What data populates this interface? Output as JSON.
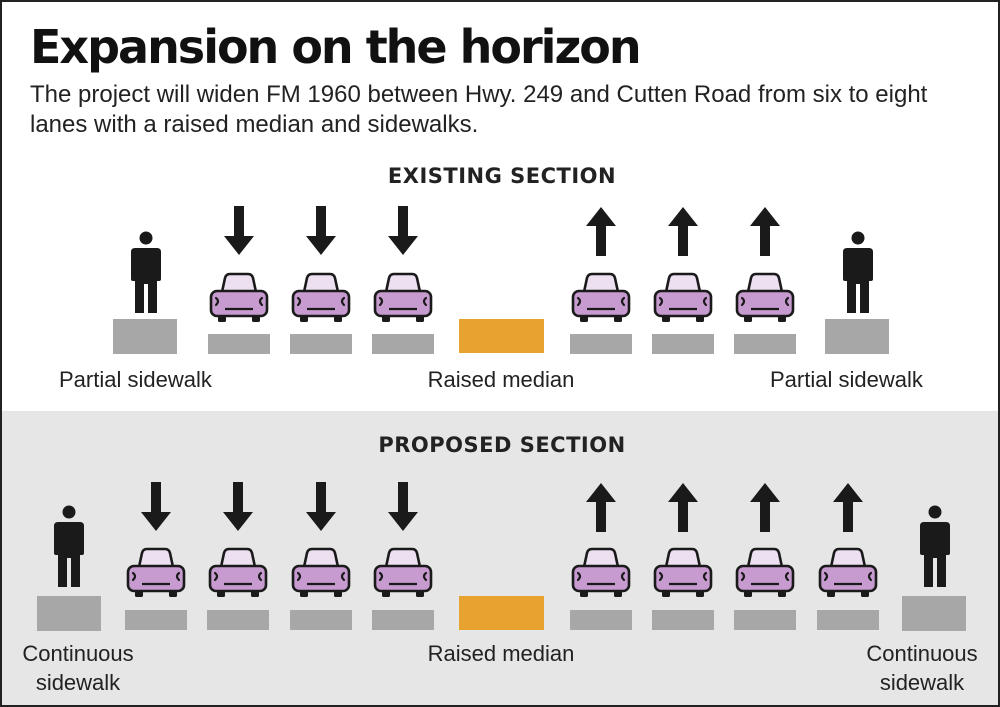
{
  "title": "Expansion on the horizon",
  "subtitle": "The project will widen FM 1960 between Hwy. 249 and Cutten Road from six to eight lanes with a raised median and sidewalks.",
  "colors": {
    "car_fill": "#c79bcf",
    "car_window": "#ede0f1",
    "outline": "#1a1a1a",
    "lane": "#a7a7a7",
    "median": "#e8a22f",
    "proposed_bg": "#e6e6e6"
  },
  "existing": {
    "heading": "EXISTING SECTION",
    "left_label": "Partial sidewalk",
    "median_label": "Raised median",
    "right_label": "Partial sidewalk",
    "southbound_lanes": 3,
    "northbound_lanes": 3
  },
  "proposed": {
    "heading": "PROPOSED SECTION",
    "left_label_line1": "Continuous",
    "left_label_line2": "sidewalk",
    "median_label": "Raised median",
    "right_label_line1": "Continuous",
    "right_label_line2": "sidewalk",
    "southbound_lanes": 4,
    "northbound_lanes": 4
  },
  "icons": [
    "pedestrian-icon",
    "car-icon",
    "arrow-down-icon",
    "arrow-up-icon"
  ]
}
